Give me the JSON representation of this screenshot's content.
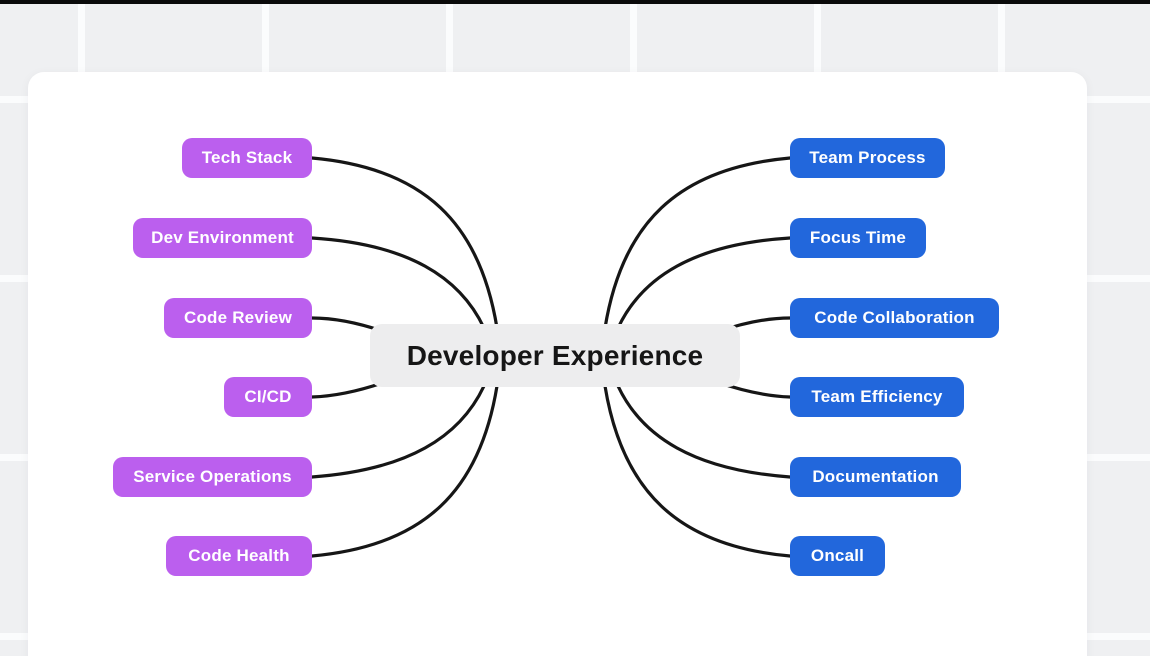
{
  "app": {
    "top_bar_color": "#0a0a0a",
    "background_tile_color": "#eff0f2",
    "background_gutter_color": "#fbfcfd",
    "canvas_color": "#ffffff"
  },
  "mindmap": {
    "center": {
      "label": "Developer Experience",
      "bg": "#ededee",
      "text_color": "#161616"
    },
    "left_nodes": [
      {
        "label": "Tech Stack"
      },
      {
        "label": "Dev Environment"
      },
      {
        "label": "Code Review"
      },
      {
        "label": "CI/CD"
      },
      {
        "label": "Service Operations"
      },
      {
        "label": "Code Health"
      }
    ],
    "right_nodes": [
      {
        "label": "Team Process"
      },
      {
        "label": "Focus Time"
      },
      {
        "label": "Code Collaboration"
      },
      {
        "label": "Team Efficiency"
      },
      {
        "label": "Documentation"
      },
      {
        "label": "Oncall"
      }
    ],
    "colors": {
      "left_node_bg": "#bb5fee",
      "right_node_bg": "#2267dc",
      "node_text": "#ffffff",
      "connector": "#161616"
    }
  }
}
